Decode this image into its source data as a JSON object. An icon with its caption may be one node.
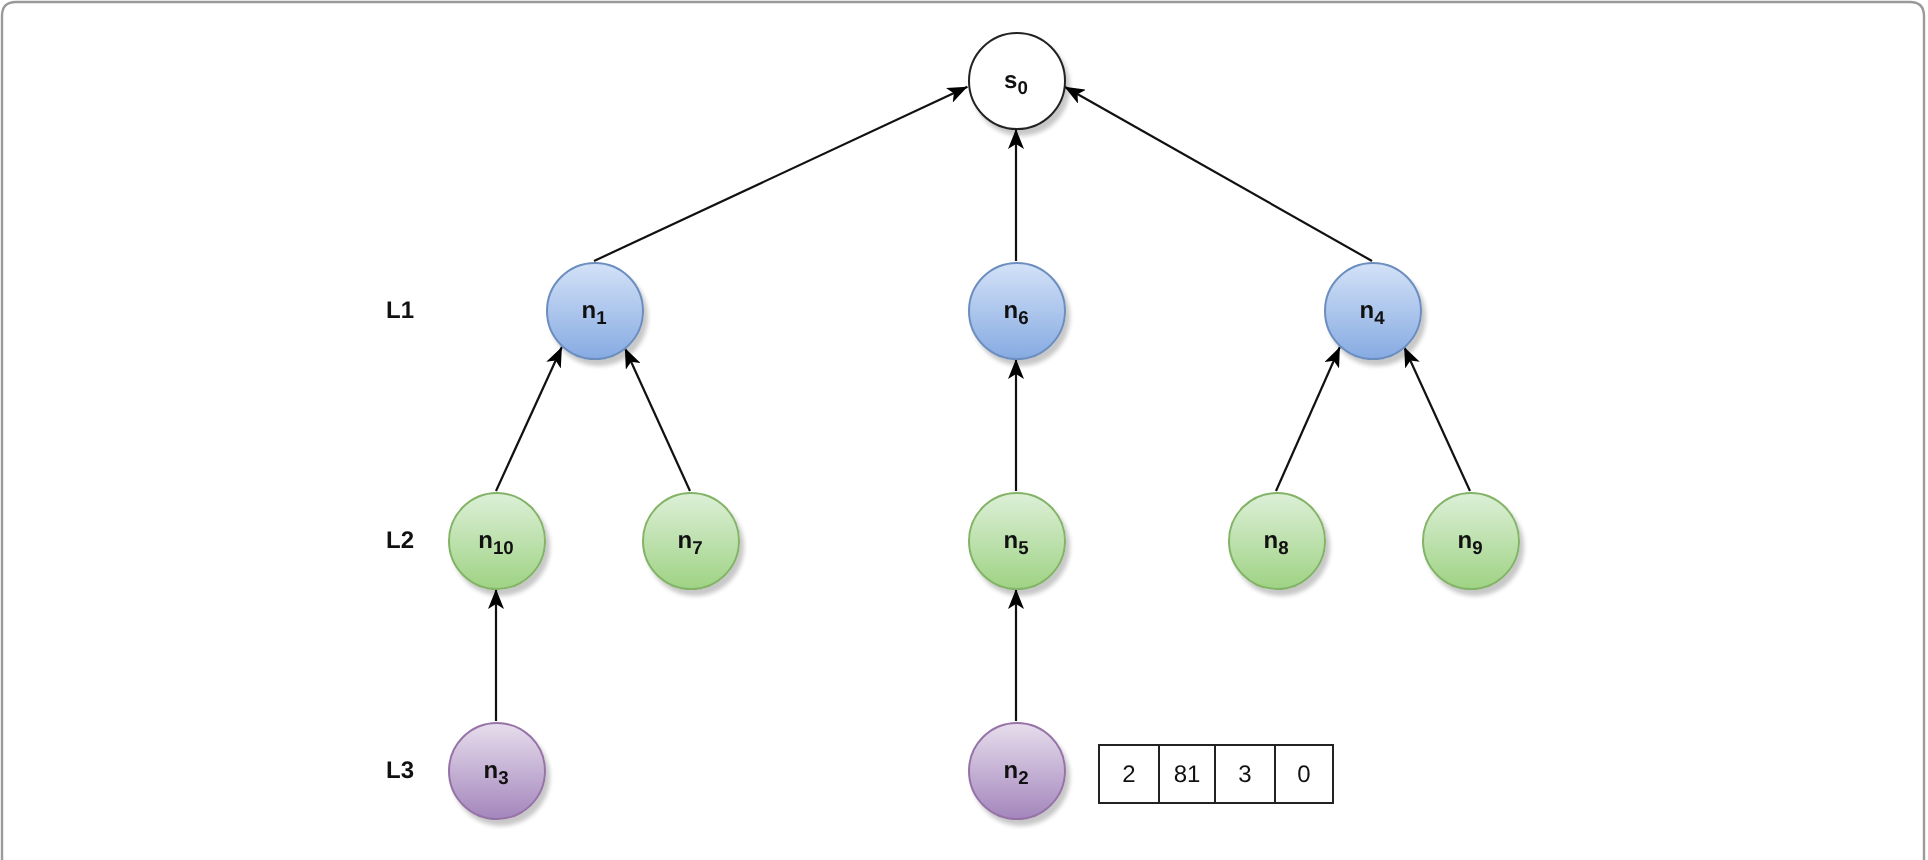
{
  "diagram": {
    "nodes": [
      {
        "text": [
          "s$_{0}$"
        ]
      },
      {
        "text": [
          "n$_{1}$"
        ]
      },
      {
        "text": [
          "n$_{6}$"
        ]
      },
      {
        "text": [
          "n$_{4}$"
        ]
      },
      {
        "text": [
          "n$_{10}$"
        ]
      },
      {
        "text": [
          "n$_{7}$"
        ]
      },
      {
        "text": [
          "n$_{5}$"
        ]
      },
      {
        "text": [
          "n$_{8}$"
        ]
      },
      {
        "text": [
          "n$_{9}$"
        ]
      },
      {
        "text": [
          "n$_{3}$"
        ]
      },
      {
        "text": [
          "n$_{2}$"
        ]
      },
      {
        "text": [
          "2"
        ]
      },
      {
        "text": [
          "81"
        ]
      },
      {
        "text": [
          "3"
        ]
      },
      {
        "text": [
          "0"
        ]
      }
    ],
    "edges": [
      {
        "from": 1,
        "to": 0,
        "arrow": "to"
      },
      {
        "from": 2,
        "to": 0,
        "arrow": "to"
      },
      {
        "from": 3,
        "to": 0,
        "arrow": "to"
      },
      {
        "from": 4,
        "to": 1,
        "arrow": "to"
      },
      {
        "from": 5,
        "to": 1,
        "arrow": "to"
      },
      {
        "from": 6,
        "to": 2,
        "arrow": "to"
      },
      {
        "from": 7,
        "to": 3,
        "arrow": "to"
      },
      {
        "from": 8,
        "to": 3,
        "arrow": "to"
      },
      {
        "from": 9,
        "to": 4,
        "arrow": "to"
      },
      {
        "from": 10,
        "to": 6,
        "arrow": "to"
      }
    ],
    "labels": [
      "L1",
      "L2",
      "L3"
    ]
  }
}
